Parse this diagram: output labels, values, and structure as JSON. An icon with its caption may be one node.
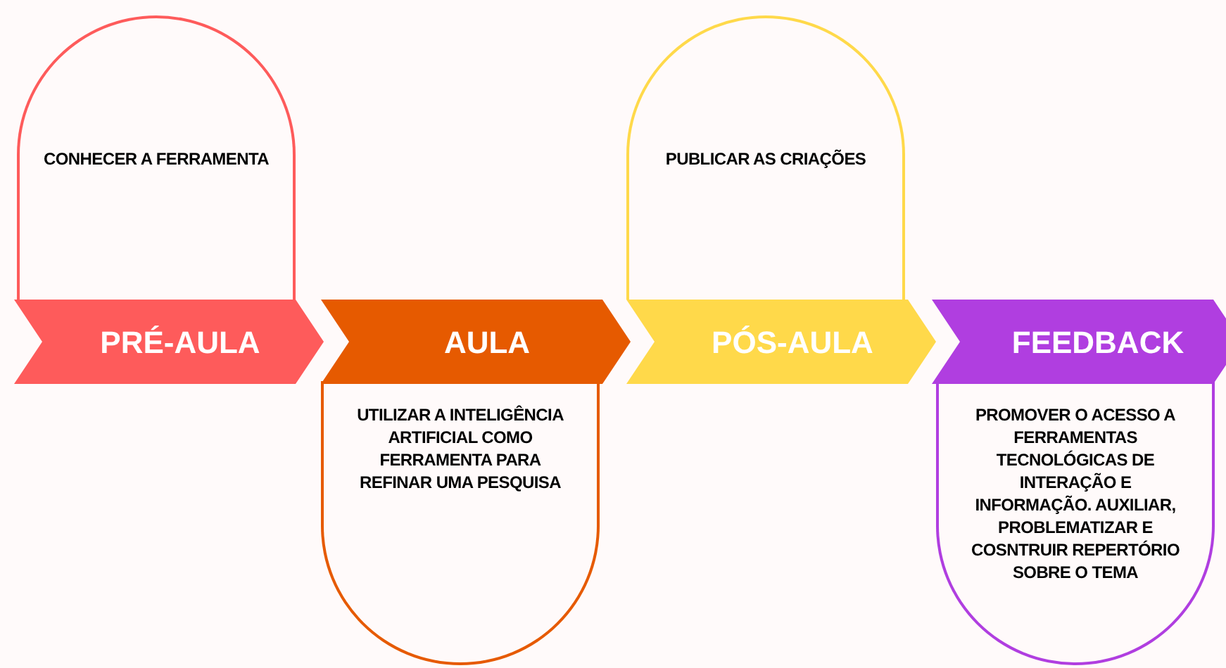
{
  "diagram": {
    "nodes": [
      {
        "text": [
          "PRÉ-AULA"
        ]
      },
      {
        "text": [
          "CONHECER A FERRAMENTA"
        ]
      },
      {
        "text": [
          "AULA"
        ]
      },
      {
        "text": [
          "UTILIZAR A INTELIGÊNCIA ARTIFICIAL COMO FERRAMENTA PARA REFINAR UMA PESQUISA"
        ]
      },
      {
        "text": [
          "PÓS-AULA"
        ]
      },
      {
        "text": [
          "PUBLICAR AS CRIAÇÕES"
        ]
      },
      {
        "text": [
          "FEEDBACK"
        ]
      },
      {
        "text": [
          "PROMOVER O ACESSO A FERRAMENTAS TECNOLÓGICAS DE INTERAÇÃO E INFORMAÇÃO. AUXILIAR, PROBLEMATIZAR E COSNTRUIR REPERTÓRIO SOBRE O TEMA"
        ]
      }
    ]
  }
}
